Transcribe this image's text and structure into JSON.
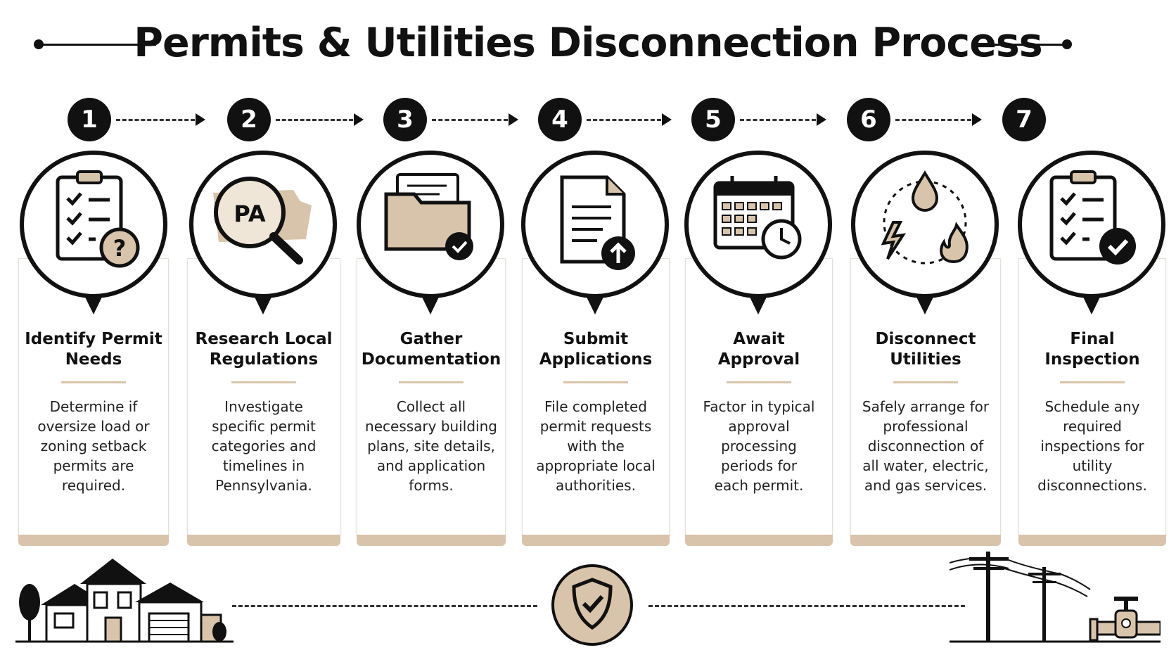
{
  "title": "Permits & Utilities Disconnection Process",
  "colors": {
    "accent": "#d8c4aa",
    "dark": "#111111"
  },
  "steps": [
    {
      "number": "1",
      "icon": "clipboard-question-icon",
      "title": "Identify Permit\nNeeds",
      "description": "Determine if\noversize load or\nzoning setback\npermits are\nrequired."
    },
    {
      "number": "2",
      "icon": "magnifier-pa-icon",
      "map_label": "PA",
      "title": "Research Local\nRegulations",
      "description": "Investigate\nspecific permit\ncategories and\ntimelines in\nPennsylvania."
    },
    {
      "number": "3",
      "icon": "folder-check-icon",
      "title": "Gather\nDocumentation",
      "description": "Collect all\nnecessary building\nplans, site details,\nand application\nforms."
    },
    {
      "number": "4",
      "icon": "document-upload-icon",
      "title": "Submit\nApplications",
      "description": "File completed\npermit requests\nwith the\nappropriate local\nauthorities."
    },
    {
      "number": "5",
      "icon": "calendar-clock-icon",
      "title": "Await\nApproval",
      "description": "Factor in typical\napproval\nprocessing\nperiods for\neach permit."
    },
    {
      "number": "6",
      "icon": "utilities-cycle-icon",
      "title": "Disconnect\nUtilities",
      "description": "Safely arrange for\nprofessional\ndisconnection of\nall water, electric,\nand gas services."
    },
    {
      "number": "7",
      "icon": "clipboard-check-icon",
      "title": "Final\nInspection",
      "description": "Schedule any\nrequired\ninspections for\nutility\ndisconnections."
    }
  ],
  "footer_icons": [
    "house-icon",
    "shield-check-icon",
    "power-poles-icon",
    "gas-valve-icon"
  ]
}
